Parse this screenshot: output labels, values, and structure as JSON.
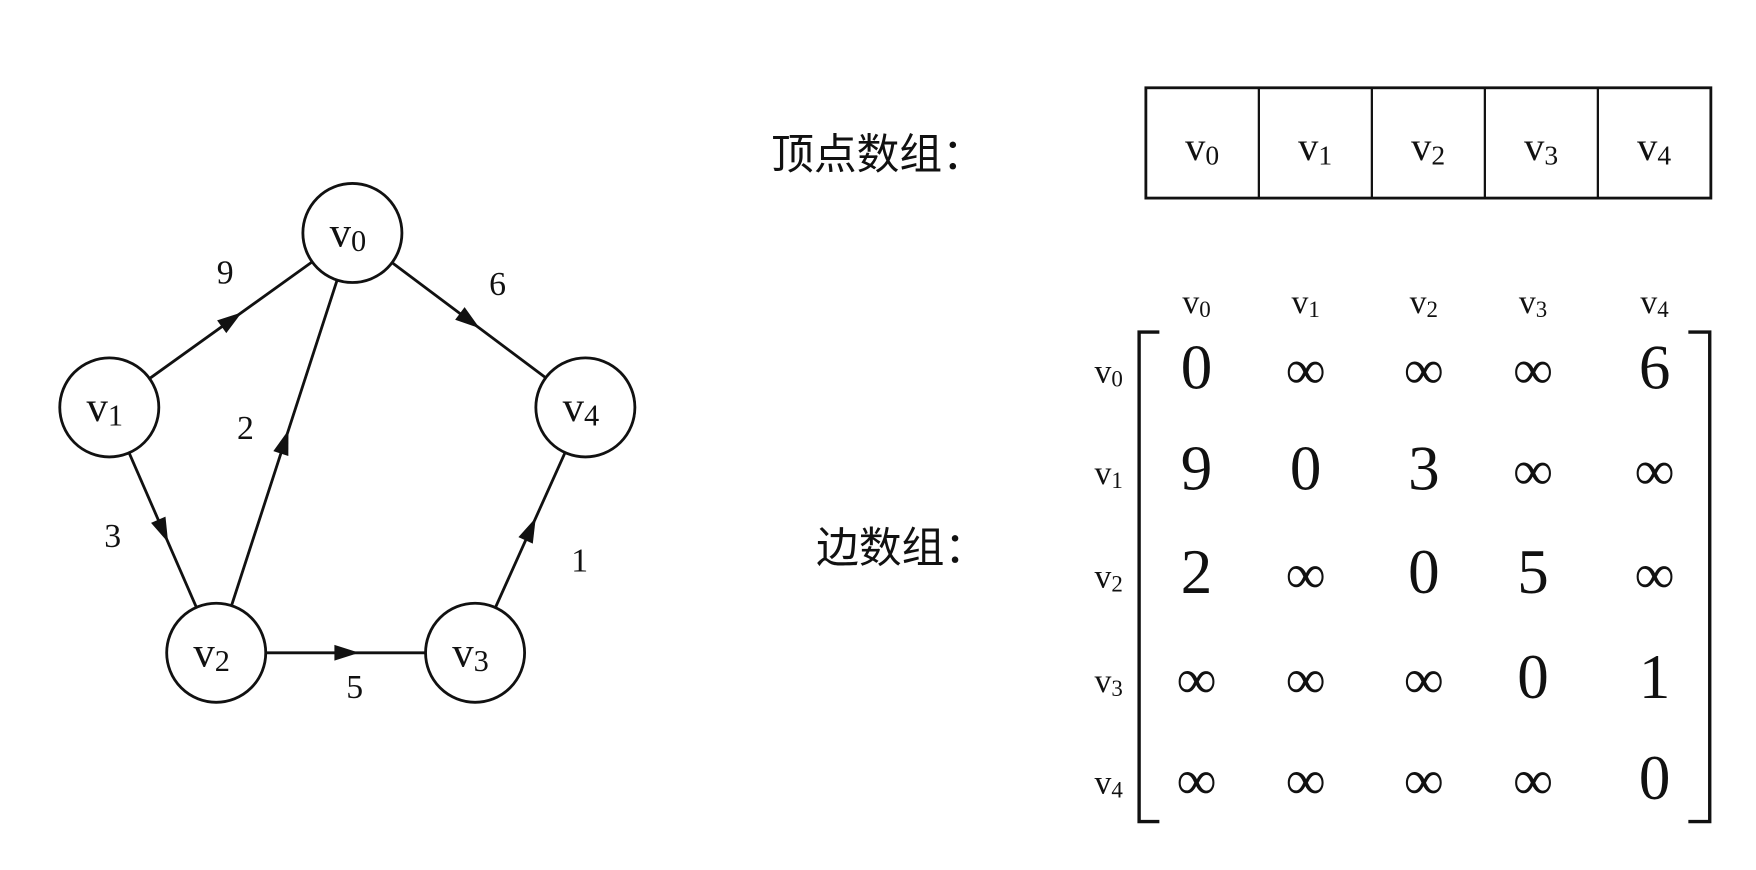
{
  "graph": {
    "vertices": [
      {
        "id": "v0",
        "name": "v",
        "sub": "0"
      },
      {
        "id": "v1",
        "name": "v",
        "sub": "1"
      },
      {
        "id": "v2",
        "name": "v",
        "sub": "2"
      },
      {
        "id": "v3",
        "name": "v",
        "sub": "3"
      },
      {
        "id": "v4",
        "name": "v",
        "sub": "4"
      }
    ],
    "edges": [
      {
        "from": "v1",
        "to": "v0",
        "weight": "9"
      },
      {
        "from": "v0",
        "to": "v4",
        "weight": "6"
      },
      {
        "from": "v2",
        "to": "v0",
        "weight": "2"
      },
      {
        "from": "v1",
        "to": "v2",
        "weight": "3"
      },
      {
        "from": "v2",
        "to": "v3",
        "weight": "5"
      },
      {
        "from": "v3",
        "to": "v4",
        "weight": "1"
      }
    ]
  },
  "vertex_array": {
    "label": "顶点数组：",
    "cells": [
      "v0",
      "v1",
      "v2",
      "v3",
      "v4"
    ]
  },
  "edge_array": {
    "label": "边数组：",
    "headers": [
      "v0",
      "v1",
      "v2",
      "v3",
      "v4"
    ],
    "rows": [
      [
        "0",
        "∞",
        "∞",
        "∞",
        "6"
      ],
      [
        "9",
        "0",
        "3",
        "∞",
        "∞"
      ],
      [
        "2",
        "∞",
        "0",
        "5",
        "∞"
      ],
      [
        "∞",
        "∞",
        "∞",
        "0",
        "1"
      ],
      [
        "∞",
        "∞",
        "∞",
        "∞",
        "0"
      ]
    ]
  }
}
